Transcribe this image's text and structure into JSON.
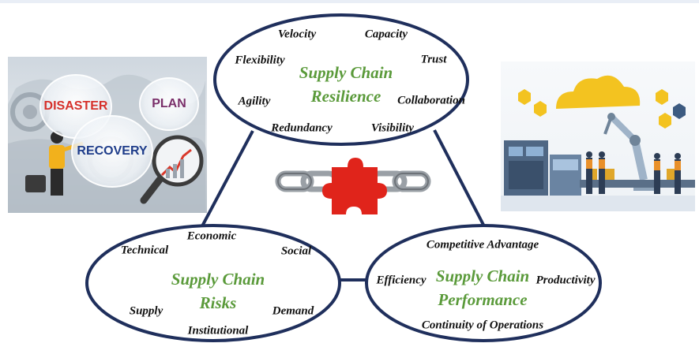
{
  "diagram": {
    "resilience": {
      "title_line1": "Supply Chain",
      "title_line2": "Resilience",
      "attributes": [
        "Velocity",
        "Capacity",
        "Flexibility",
        "Trust",
        "Agility",
        "Collaboration",
        "Redundancy",
        "Visibility"
      ]
    },
    "risks": {
      "title_line1": "Supply Chain",
      "title_line2": "Risks",
      "attributes": [
        "Technical",
        "Economic",
        "Social",
        "Supply",
        "Demand",
        "Institutional"
      ]
    },
    "performance": {
      "title_line1": "Supply Chain",
      "title_line2": "Performance",
      "attributes": [
        "Competitive Advantage",
        "Efficiency",
        "Productivity",
        "Continuity of Operations"
      ]
    },
    "illustration_left": {
      "labels": [
        "DISASTER",
        "PLAN",
        "RECOVERY"
      ]
    },
    "colors": {
      "ellipse_border": "#1f2f5c",
      "title_green": "#5a9a3a",
      "puzzle_red": "#e0241b",
      "chain_grey": "#9aa0a6"
    }
  }
}
